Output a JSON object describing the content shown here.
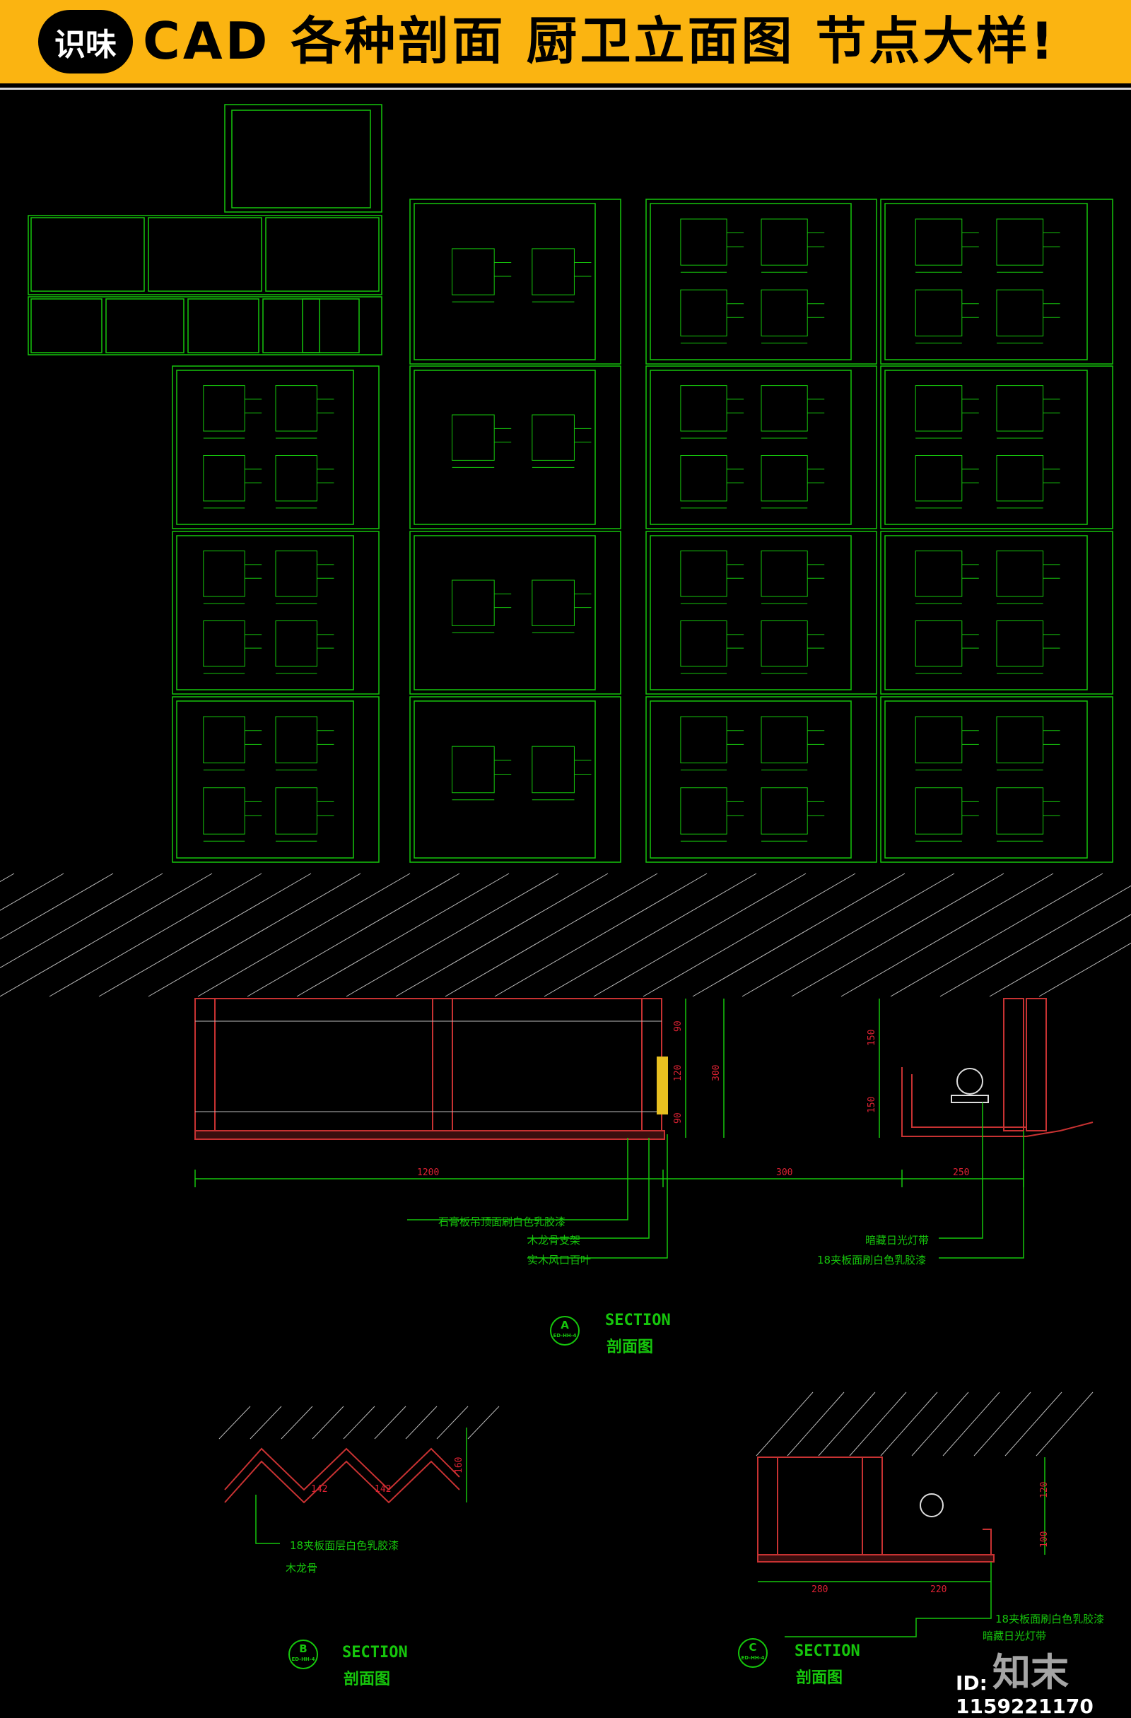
{
  "banner": {
    "badge": "识味",
    "title": "CAD 各种剖面 厨卫立面图 节点大样!"
  },
  "section_a": {
    "letter": "A",
    "ref": "ED-HH-4",
    "title": "SECTION",
    "subtitle": "剖面图",
    "labels": [
      "石膏板吊顶面刷白色乳胶漆",
      "木龙骨支架",
      "实木风口百叶",
      "暗藏日光灯带",
      "18夹板面刷白色乳胶漆"
    ],
    "dims": [
      "1200",
      "300",
      "250",
      "90",
      "120",
      "300",
      "90",
      "150",
      "150"
    ]
  },
  "section_b": {
    "letter": "B",
    "ref": "ED-HH-4",
    "title": "SECTION",
    "subtitle": "剖面图",
    "labels": [
      "18夹板面层白色乳胶漆",
      "木龙骨"
    ],
    "dims": [
      "142",
      "142",
      "160"
    ]
  },
  "section_c": {
    "letter": "C",
    "ref": "ED-HH-4",
    "title": "SECTION",
    "subtitle": "剖面图",
    "labels": [
      "18夹板面刷白色乳胶漆",
      "暗藏日光灯带"
    ],
    "dims": [
      "280",
      "220",
      "120",
      "100"
    ]
  },
  "watermark": {
    "logo": "知末",
    "id": "ID: 1159221170"
  },
  "colors": {
    "banner": "#fbb411",
    "cad_green": "#16c60c",
    "cad_red": "#d22222",
    "background": "#000000"
  }
}
